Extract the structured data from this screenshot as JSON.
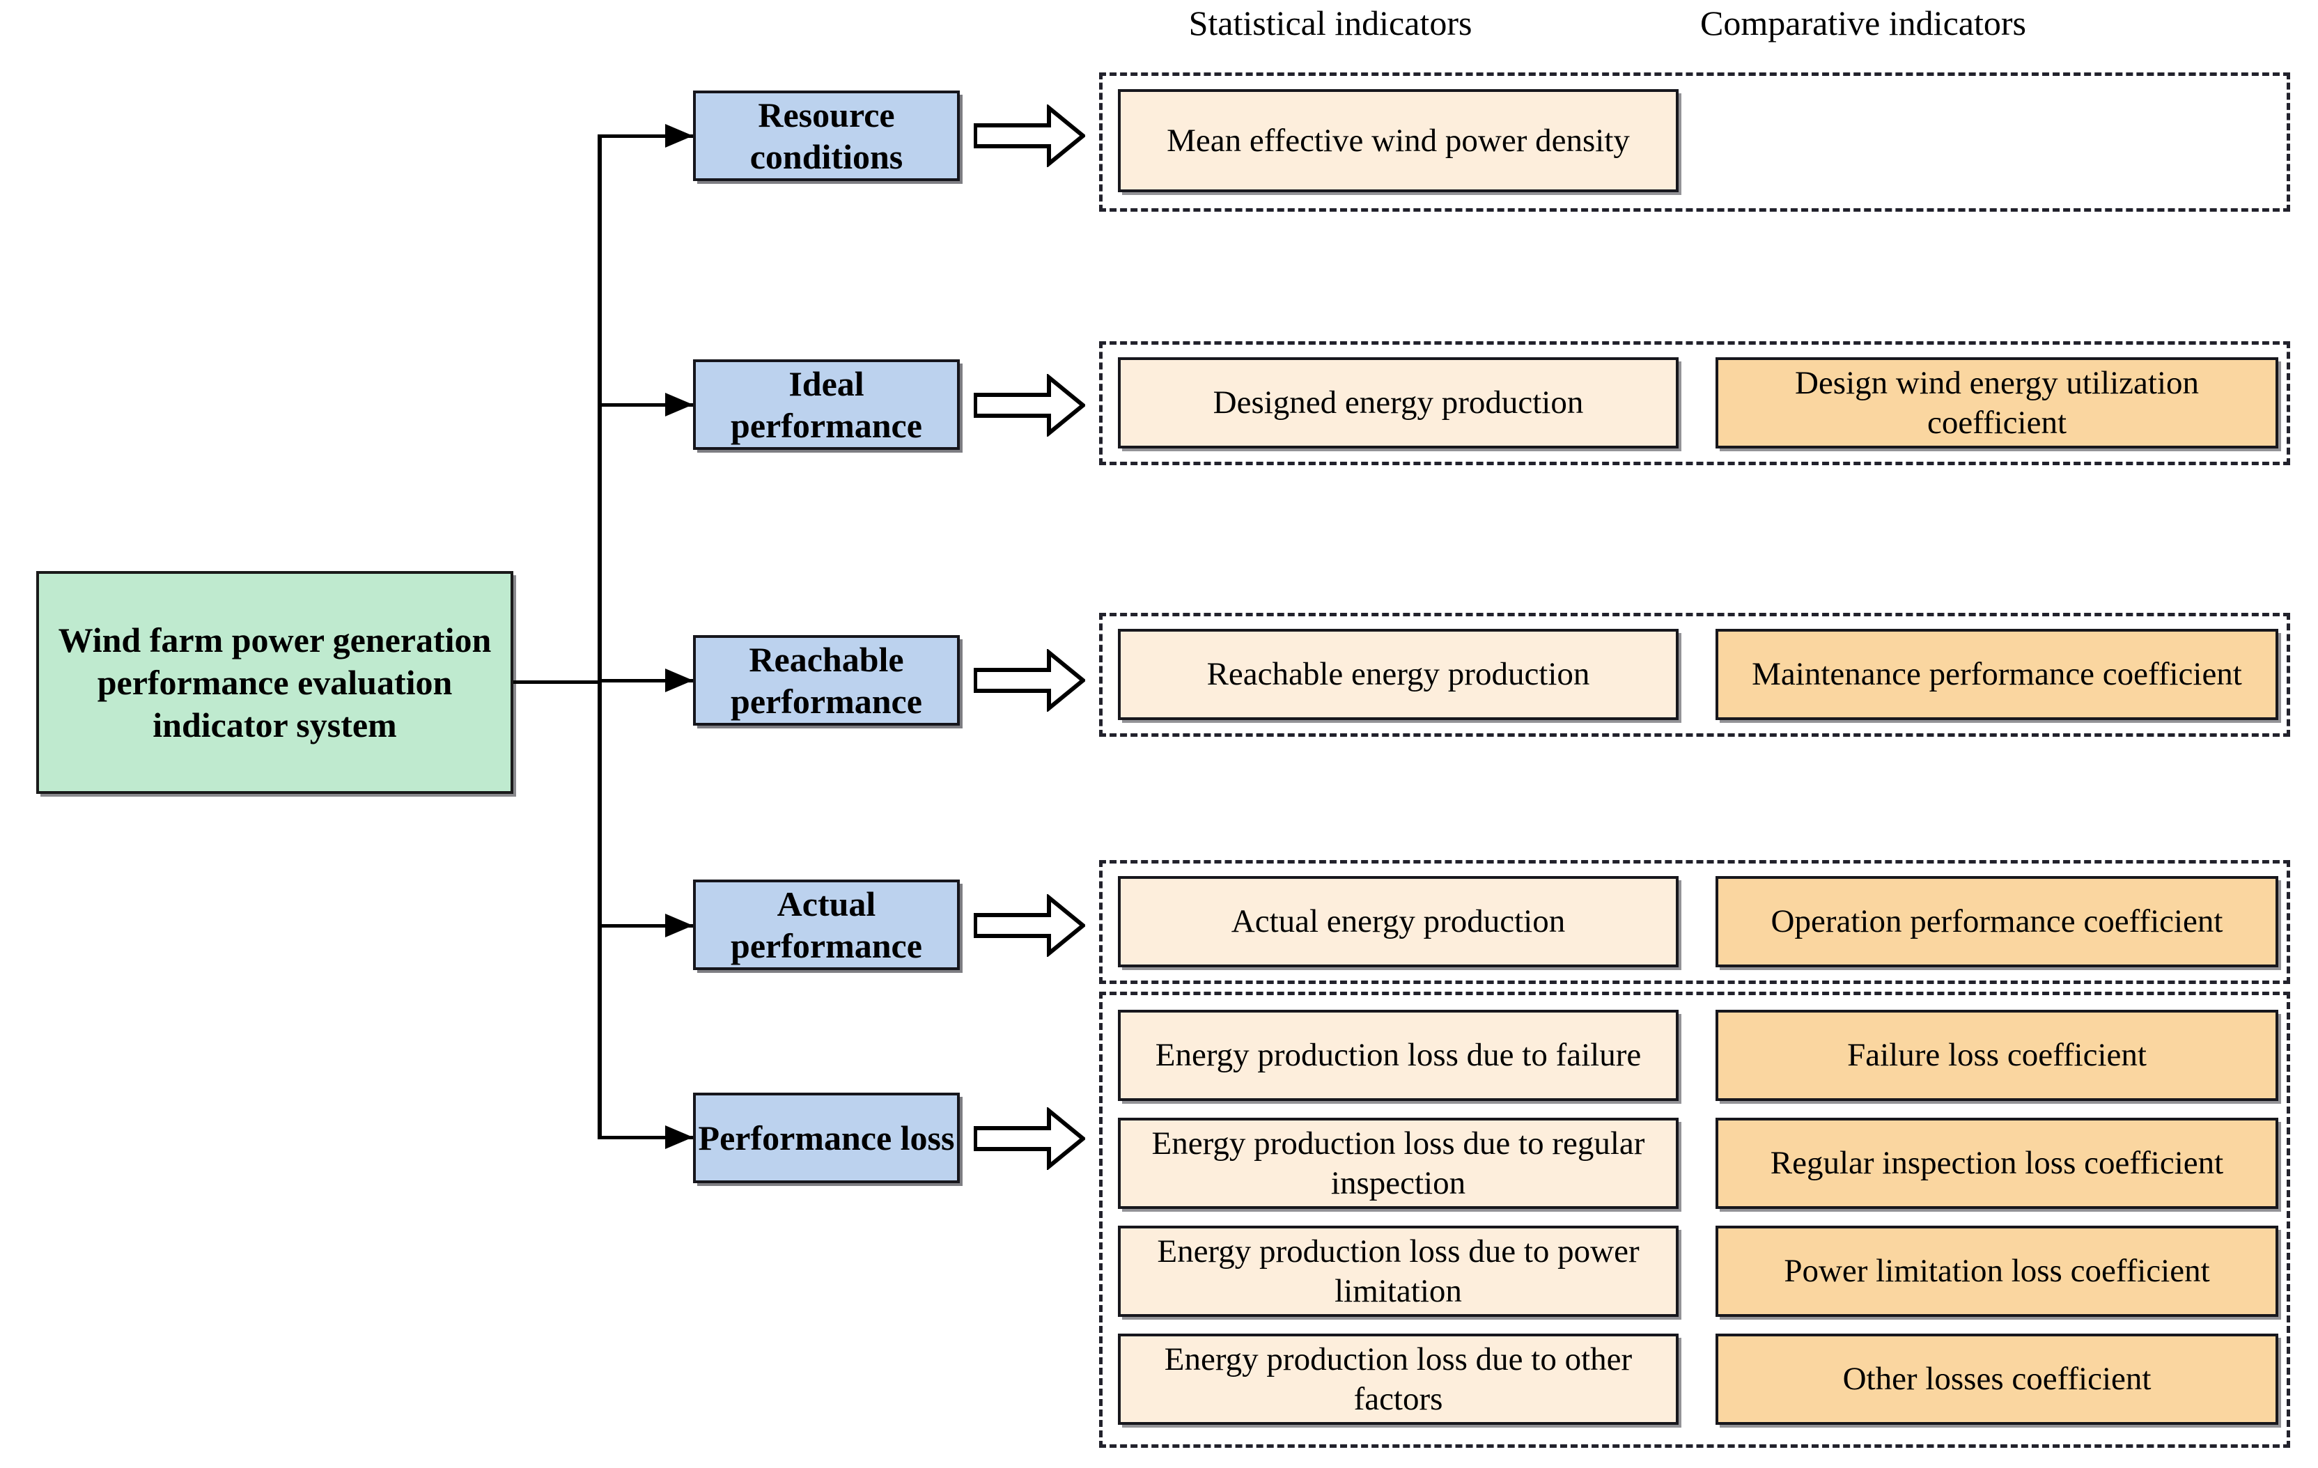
{
  "headers": {
    "statistical": "Statistical indicators",
    "comparative": "Comparative indicators"
  },
  "root": {
    "label": "Wind farm power generation performance evaluation indicator system",
    "color": "#bfeacf"
  },
  "colors": {
    "root_fill": "#bfeacf",
    "category_fill": "#bcd2ee",
    "statistical_fill": "#fdeedc",
    "comparative_fill": "#fad6a0",
    "border": "#17171d",
    "group_border": "#22222c"
  },
  "icons": {
    "branch_arrow": "arrow-right-icon",
    "block_arrow": "block-arrow-right-icon"
  },
  "categories": [
    {
      "id": "resource-conditions",
      "label": "Resource conditions",
      "rows": [
        {
          "statistical": "Mean effective wind power density",
          "comparative": ""
        }
      ]
    },
    {
      "id": "ideal-performance",
      "label": "Ideal performance",
      "rows": [
        {
          "statistical": "Designed energy production",
          "comparative": "Design wind energy utilization coefficient"
        }
      ]
    },
    {
      "id": "reachable-performance",
      "label": "Reachable performance",
      "rows": [
        {
          "statistical": "Reachable energy production",
          "comparative": "Maintenance performance coefficient"
        }
      ]
    },
    {
      "id": "actual-performance",
      "label": "Actual performance",
      "rows": [
        {
          "statistical": "Actual energy production",
          "comparative": "Operation performance coefficient"
        }
      ]
    },
    {
      "id": "performance-loss",
      "label": "Performance loss",
      "rows": [
        {
          "statistical": "Energy production loss due to failure",
          "comparative": "Failure loss coefficient"
        },
        {
          "statistical": "Energy production loss due to regular inspection",
          "comparative": "Regular inspection loss coefficient"
        },
        {
          "statistical": "Energy production loss due to power limitation",
          "comparative": "Power limitation loss coefficient"
        },
        {
          "statistical": "Energy production loss due to other factors",
          "comparative": "Other losses coefficient"
        }
      ]
    }
  ]
}
